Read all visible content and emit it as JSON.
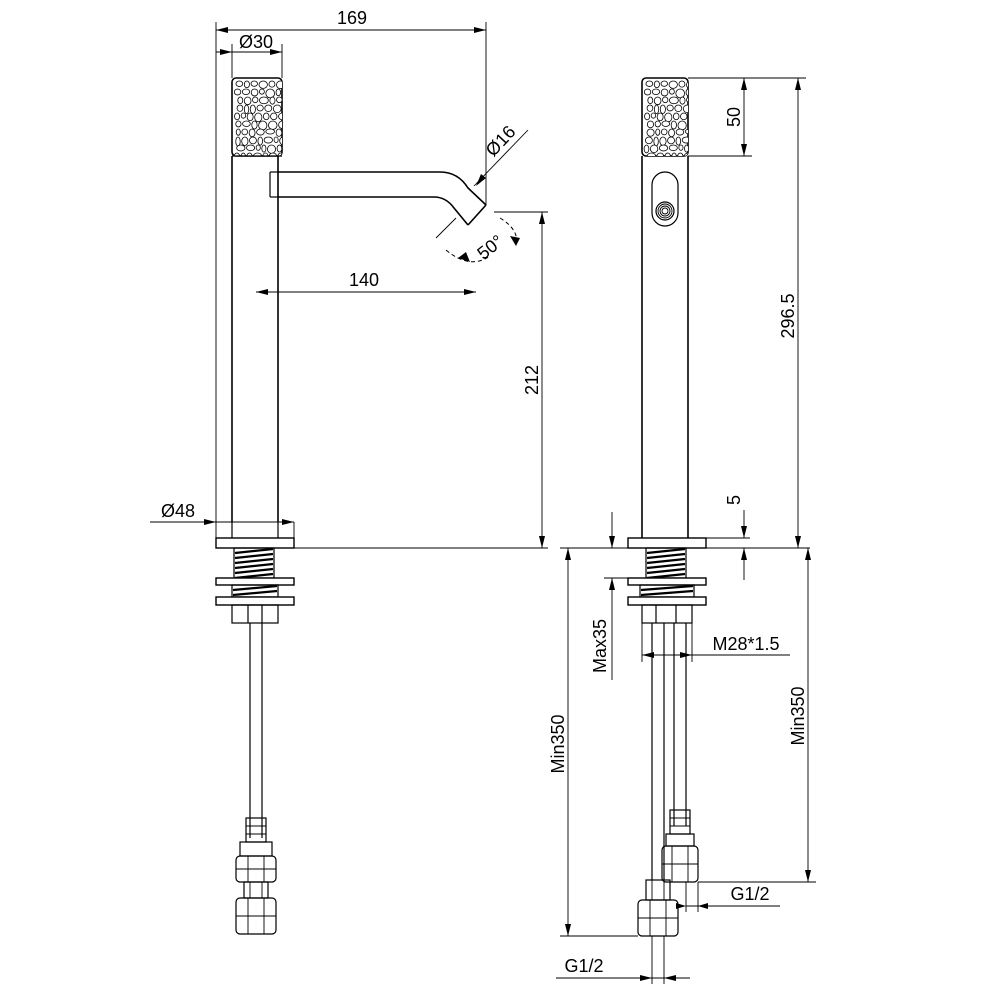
{
  "dimensions": {
    "total_reach": "169",
    "handle_diameter": "Ø30",
    "spout_diameter": "Ø16",
    "spout_angle": "50°",
    "spout_reach": "140",
    "spout_height": "212",
    "base_diameter": "Ø48",
    "handle_height": "50",
    "total_height": "296.5",
    "base_thickness": "5",
    "max_deck": "Max35",
    "thread": "M28*1.5",
    "hose_length_left": "Min350",
    "hose_length_right": "Min350",
    "connection_right": "G1/2",
    "connection_left": "G1/2"
  },
  "colors": {
    "line": "#000000",
    "background": "#ffffff"
  }
}
